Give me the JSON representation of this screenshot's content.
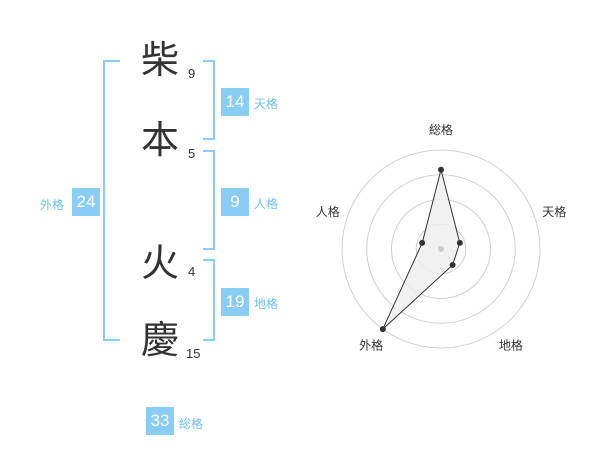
{
  "name": {
    "chars": [
      {
        "char": "柴",
        "strokes": "9"
      },
      {
        "char": "本",
        "strokes": "5"
      },
      {
        "char": "火",
        "strokes": "4"
      },
      {
        "char": "慶",
        "strokes": "15"
      }
    ]
  },
  "fortune": {
    "tenkaku": {
      "value": "14",
      "label": "天格"
    },
    "jinkaku": {
      "value": "9",
      "label": "人格"
    },
    "chikaku": {
      "value": "19",
      "label": "地格"
    },
    "gaikaku": {
      "value": "24",
      "label": "外格"
    },
    "soukaku": {
      "value": "33",
      "label": "総格"
    }
  },
  "chart_data": {
    "type": "radar",
    "axes": [
      "総格",
      "天格",
      "地格",
      "外格",
      "人格"
    ],
    "values": [
      4,
      1,
      1,
      5,
      1
    ],
    "rmax": 5,
    "rings": 4,
    "colors": {
      "fill": "#eeeeee",
      "line": "#333333",
      "grid": "#d0d0d0"
    }
  },
  "colors": {
    "accent": "#89cdf5",
    "label": "#6fbff0"
  }
}
